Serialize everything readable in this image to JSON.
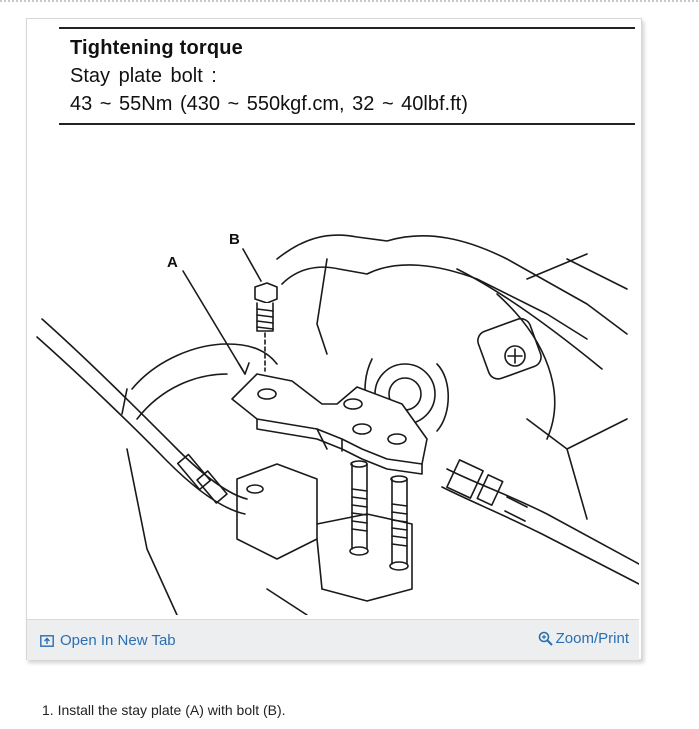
{
  "torque": {
    "title": "Tightening torque",
    "subtitle": "Stay plate bolt :",
    "value": "43 ~ 55Nm (430 ~ 550kgf.cm, 32 ~ 40lbf.ft)"
  },
  "diagram": {
    "label_a": "A",
    "label_b": "B"
  },
  "toolbar": {
    "open_tab_label": "Open In New Tab",
    "open_tab_icon": "open-new-tab-icon",
    "zoom_label": "Zoom/Print",
    "zoom_icon": "magnifier-icon",
    "link_color": "#2a6fb0"
  },
  "instructions": {
    "step_1": "1. Install the stay plate (A) with bolt (B)."
  }
}
